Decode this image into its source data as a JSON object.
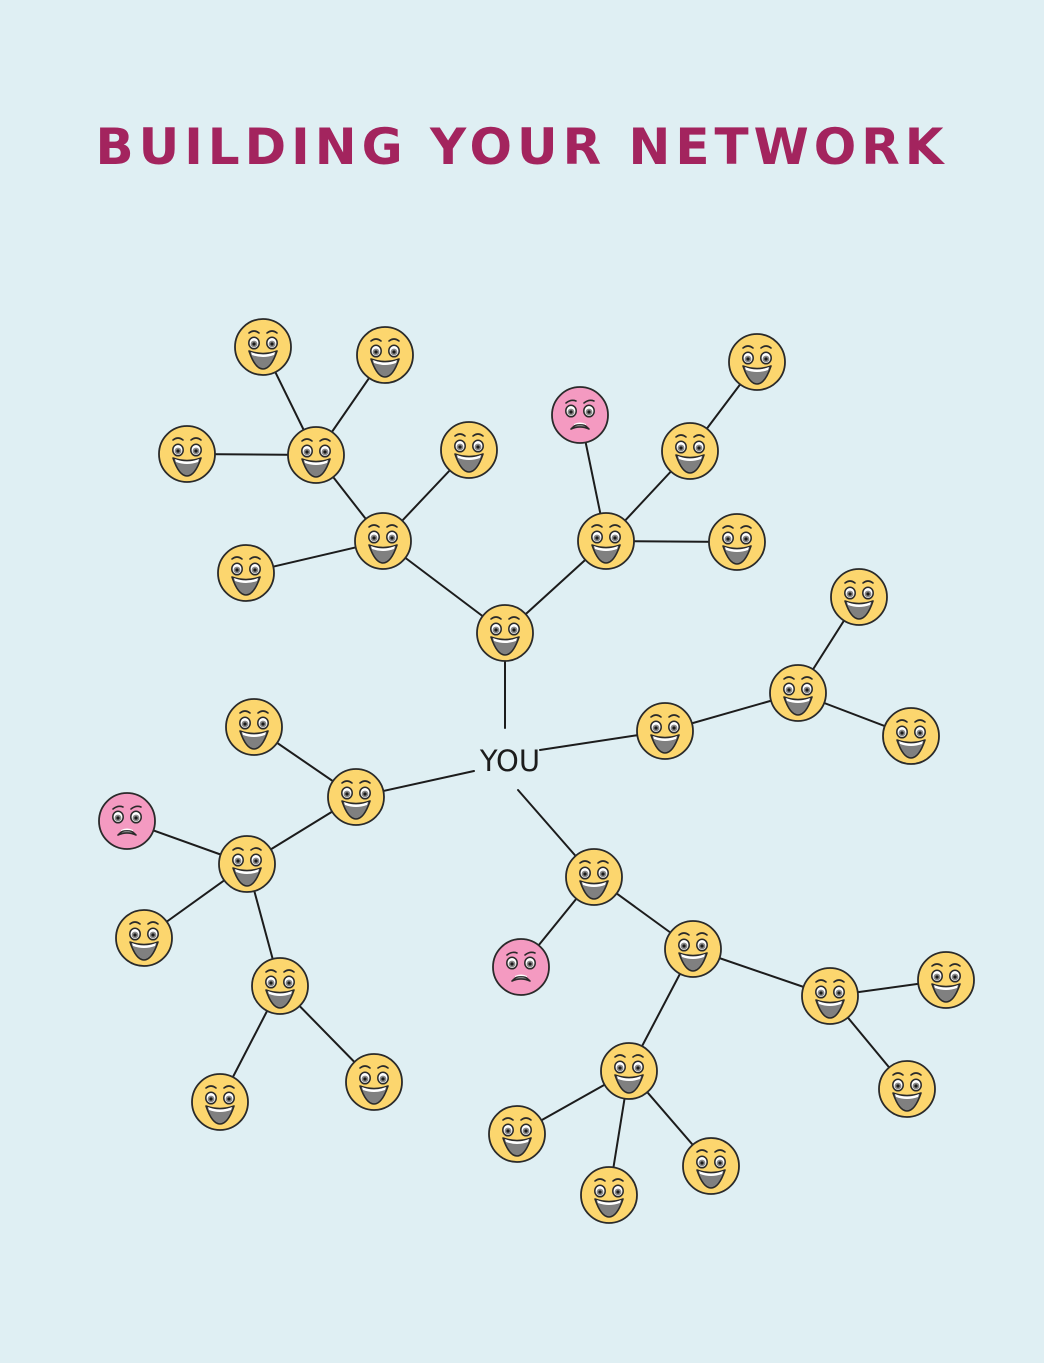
{
  "title": "BUILDING YOUR NETWORK",
  "center_label": "YOU",
  "colors": {
    "background": "#dfeff3",
    "title": "#a3245e",
    "happy_face": "#fcd66e",
    "sad_face": "#f49ac1",
    "line": "#1c1c1c"
  },
  "nodes": [
    {
      "id": "n1",
      "mood": "happy",
      "parent": "you"
    },
    {
      "id": "n2",
      "mood": "happy",
      "parent": "n1"
    },
    {
      "id": "n3",
      "mood": "happy",
      "parent": "n2"
    },
    {
      "id": "n4",
      "mood": "happy",
      "parent": "n3"
    },
    {
      "id": "n5",
      "mood": "happy",
      "parent": "n3"
    },
    {
      "id": "n6",
      "mood": "happy",
      "parent": "n3"
    },
    {
      "id": "n7",
      "mood": "happy",
      "parent": "n2"
    },
    {
      "id": "n8",
      "mood": "happy",
      "parent": "n2"
    },
    {
      "id": "n9",
      "mood": "happy",
      "parent": "n1"
    },
    {
      "id": "n10",
      "mood": "sad",
      "parent": "n9"
    },
    {
      "id": "n11",
      "mood": "happy",
      "parent": "n9"
    },
    {
      "id": "n12",
      "mood": "happy",
      "parent": "n11"
    },
    {
      "id": "n13",
      "mood": "happy",
      "parent": "n9"
    },
    {
      "id": "n14",
      "mood": "happy",
      "parent": "you"
    },
    {
      "id": "n15",
      "mood": "happy",
      "parent": "n14"
    },
    {
      "id": "n16",
      "mood": "happy",
      "parent": "n15"
    },
    {
      "id": "n17",
      "mood": "happy",
      "parent": "n15"
    },
    {
      "id": "n18",
      "mood": "happy",
      "parent": "you"
    },
    {
      "id": "n19",
      "mood": "happy",
      "parent": "n18"
    },
    {
      "id": "n20",
      "mood": "happy",
      "parent": "n18"
    },
    {
      "id": "n21",
      "mood": "sad",
      "parent": "n20"
    },
    {
      "id": "n22",
      "mood": "happy",
      "parent": "n20"
    },
    {
      "id": "n23",
      "mood": "happy",
      "parent": "n20"
    },
    {
      "id": "n24",
      "mood": "happy",
      "parent": "n23"
    },
    {
      "id": "n25",
      "mood": "happy",
      "parent": "n23"
    },
    {
      "id": "n26",
      "mood": "happy",
      "parent": "you"
    },
    {
      "id": "n27",
      "mood": "sad",
      "parent": "n26"
    },
    {
      "id": "n28",
      "mood": "happy",
      "parent": "n26"
    },
    {
      "id": "n29",
      "mood": "happy",
      "parent": "n28"
    },
    {
      "id": "n30",
      "mood": "happy",
      "parent": "n29"
    },
    {
      "id": "n31",
      "mood": "happy",
      "parent": "n29"
    },
    {
      "id": "n32",
      "mood": "happy",
      "parent": "n28"
    },
    {
      "id": "n33",
      "mood": "happy",
      "parent": "n32"
    },
    {
      "id": "n34",
      "mood": "happy",
      "parent": "n32"
    },
    {
      "id": "n35",
      "mood": "happy",
      "parent": "n32"
    }
  ]
}
